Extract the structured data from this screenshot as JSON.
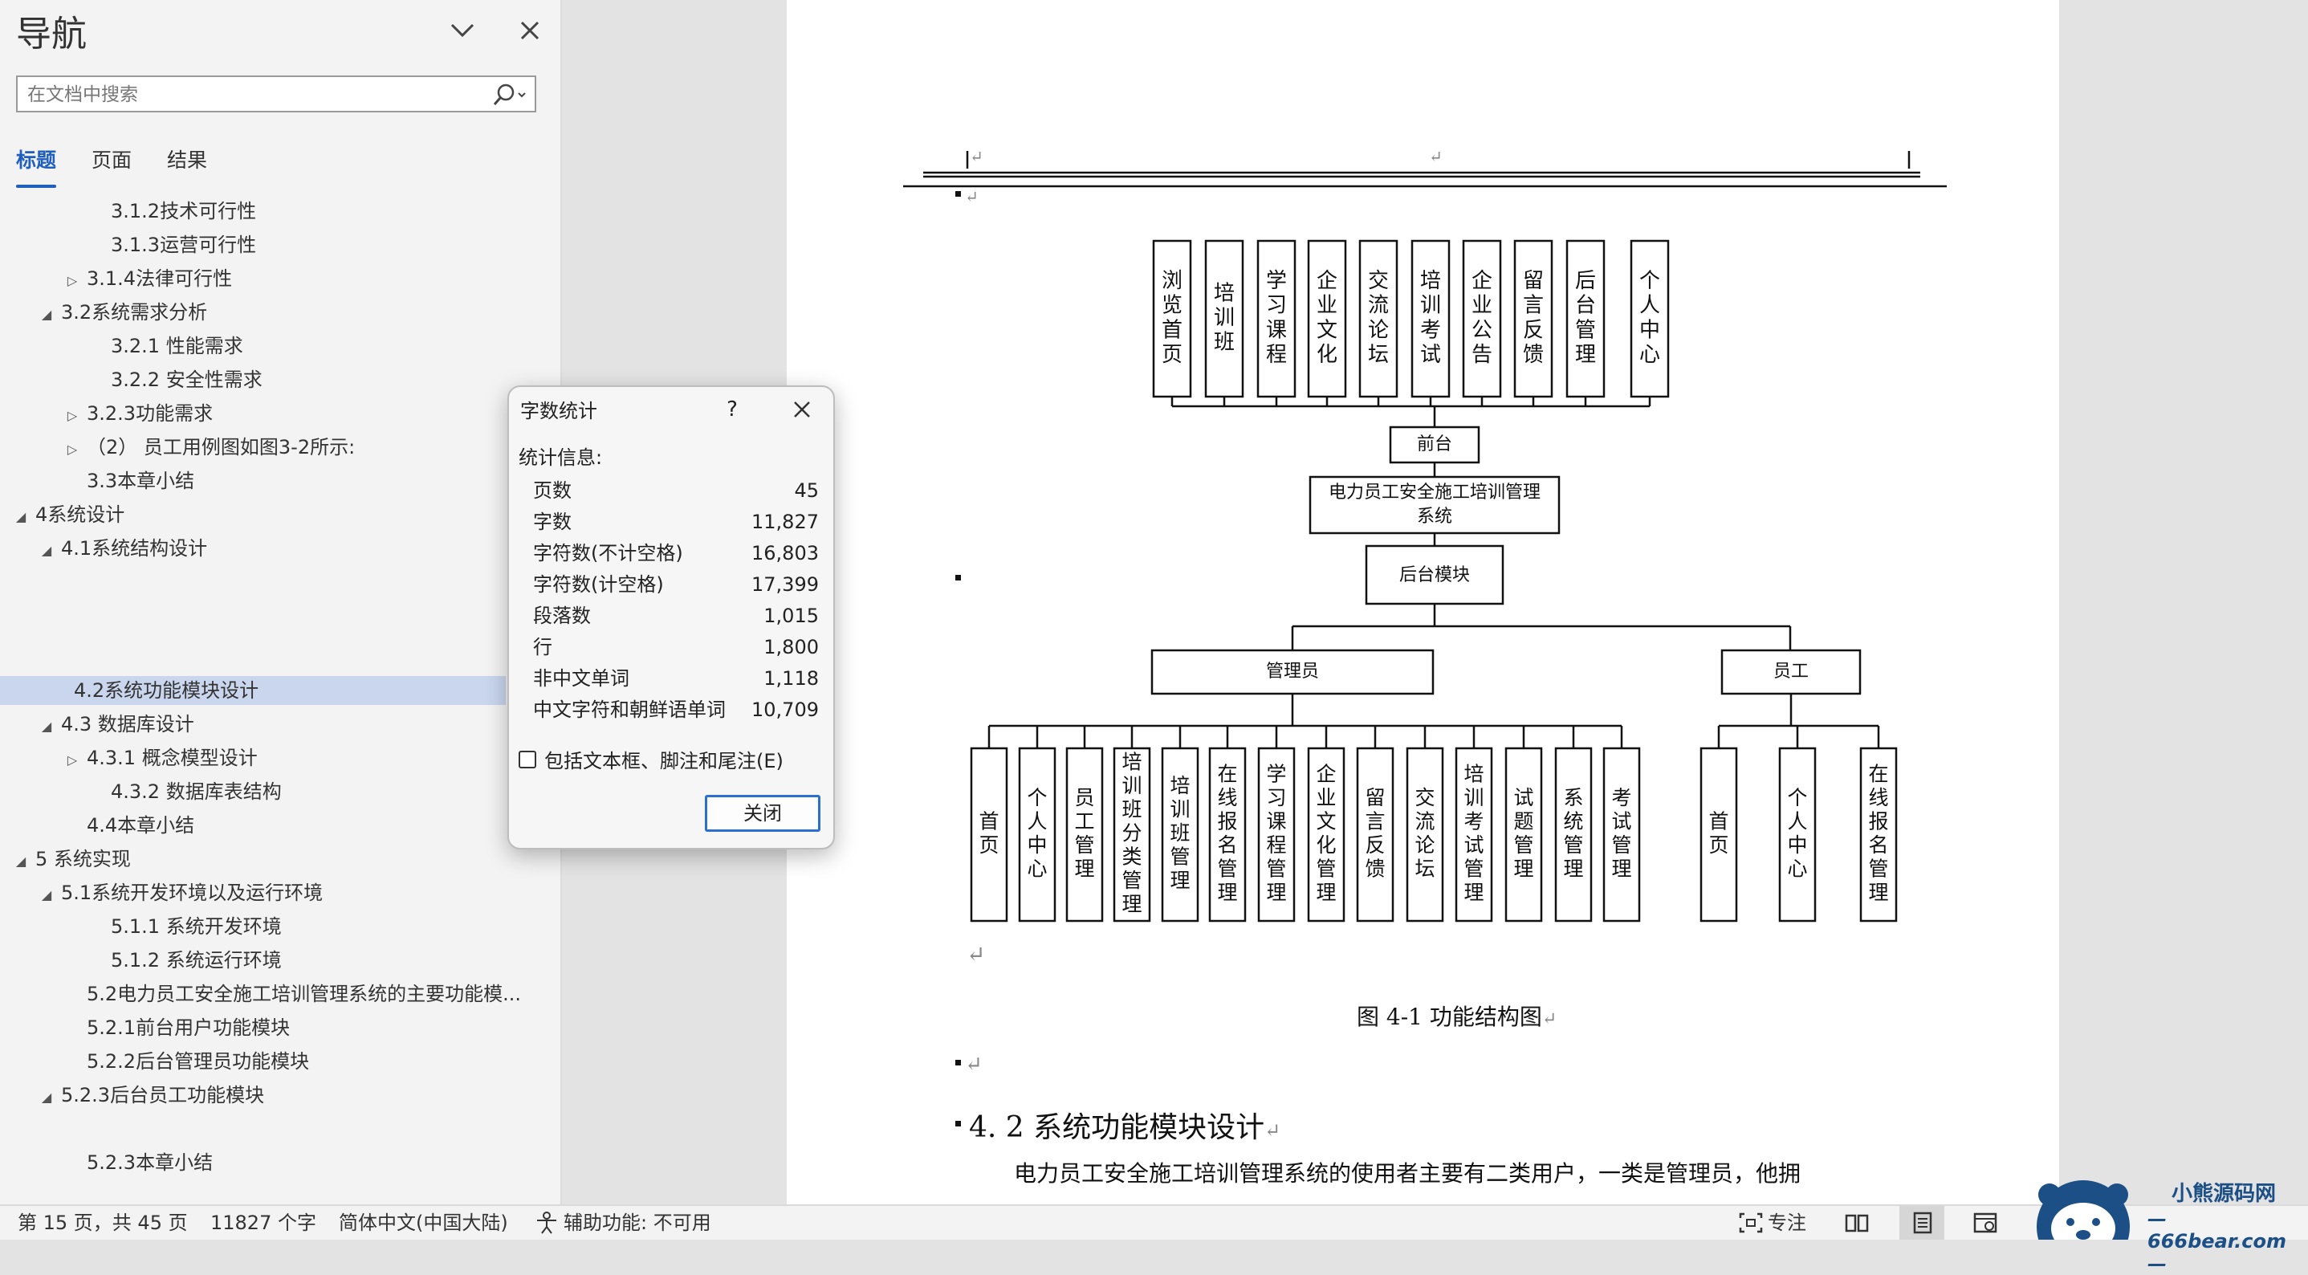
{
  "nav": {
    "title": "导航",
    "search_placeholder": "在文档中搜索",
    "tabs": [
      "标题",
      "页面",
      "结果"
    ],
    "items": [
      {
        "label": "3.1.2技术可行性",
        "toggle": ""
      },
      {
        "label": "3.1.3运营可行性",
        "toggle": ""
      },
      {
        "label": "3.1.4法律可行性",
        "toggle": "▷"
      },
      {
        "label": "3.2系统需求分析",
        "toggle": "◢"
      },
      {
        "label": "3.2.1 性能需求",
        "toggle": ""
      },
      {
        "label": "3.2.2 安全性需求",
        "toggle": ""
      },
      {
        "label": "3.2.3功能需求",
        "toggle": "▷"
      },
      {
        "label": "（2）  员工用例图如图3-2所示:",
        "toggle": "▷"
      },
      {
        "label": "3.3本章小结",
        "toggle": ""
      },
      {
        "label": "4系统设计",
        "toggle": "◢"
      },
      {
        "label": "4.1系统结构设计",
        "toggle": "◢"
      },
      {
        "label": "4.2系统功能模块设计",
        "toggle": ""
      },
      {
        "label": "4.3 数据库设计",
        "toggle": "◢"
      },
      {
        "label": "4.3.1 概念模型设计",
        "toggle": "▷"
      },
      {
        "label": "4.3.2 数据库表结构",
        "toggle": ""
      },
      {
        "label": "4.4本章小结",
        "toggle": ""
      },
      {
        "label": "5 系统实现",
        "toggle": "◢"
      },
      {
        "label": "5.1系统开发环境以及运行环境",
        "toggle": "◢"
      },
      {
        "label": "5.1.1 系统开发环境",
        "toggle": ""
      },
      {
        "label": "5.1.2 系统运行环境",
        "toggle": ""
      },
      {
        "label": "5.2电力员工安全施工培训管理系统的主要功能模...",
        "toggle": ""
      },
      {
        "label": "5.2.1前台用户功能模块",
        "toggle": ""
      },
      {
        "label": "5.2.2后台管理员功能模块",
        "toggle": ""
      },
      {
        "label": "5.2.3后台员工功能模块",
        "toggle": "◢"
      },
      {
        "label": "5.2.3本章小结",
        "toggle": ""
      }
    ]
  },
  "dialog": {
    "title": "字数统计",
    "help": "?",
    "section": "统计信息:",
    "stats": [
      {
        "label": "页数",
        "value": "45"
      },
      {
        "label": "字数",
        "value": "11,827"
      },
      {
        "label": "字符数(不计空格)",
        "value": "16,803"
      },
      {
        "label": "字符数(计空格)",
        "value": "17,399"
      },
      {
        "label": "段落数",
        "value": "1,015"
      },
      {
        "label": "行",
        "value": "1,800"
      },
      {
        "label": "非中文单词",
        "value": "1,118"
      },
      {
        "label": "中文字符和朝鲜语单词",
        "value": "10,709"
      }
    ],
    "checkbox_label": "包括文本框、脚注和尾注(E)",
    "close_button": "关闭"
  },
  "document": {
    "frontend_modules": [
      "浏览首页",
      "培训班",
      "学习课程",
      "企业文化",
      "交流论坛",
      "培训考试",
      "企业公告",
      "留言反馈",
      "后台管理",
      "个人中心"
    ],
    "frontend_label": "前台",
    "system_name": "电力员工安全施工培训管理系统",
    "backend_label": "后台模块",
    "admin_label": "管理员",
    "employee_label": "员工",
    "admin_modules": [
      "首页",
      "个人中心",
      "员工管理",
      "培训班分类管理",
      "培训班管理",
      "在线报名管理",
      "学习课程管理",
      "企业文化管理",
      "留言反馈",
      "交流论坛",
      "培训考试管理",
      "试题管理",
      "系统管理",
      "考试管理"
    ],
    "employee_modules": [
      "首页",
      "个人中心",
      "在线报名管理"
    ],
    "caption": "图 4-1 功能结构图",
    "heading": "4. 2 系统功能模块设计",
    "body": "电力员工安全施工培训管理系统的使用者主要有二类用户，一类是管理员，他拥",
    "para_mark": "↵"
  },
  "status": {
    "page": "第 15 页，共 45 页",
    "words": "11827 个字",
    "language": "简体中文(中国大陆)",
    "accessibility": "辅助功能: 不可用",
    "focus": "专注"
  },
  "watermark": {
    "brand": "小熊源码网",
    "url": "—666bear.com—"
  }
}
